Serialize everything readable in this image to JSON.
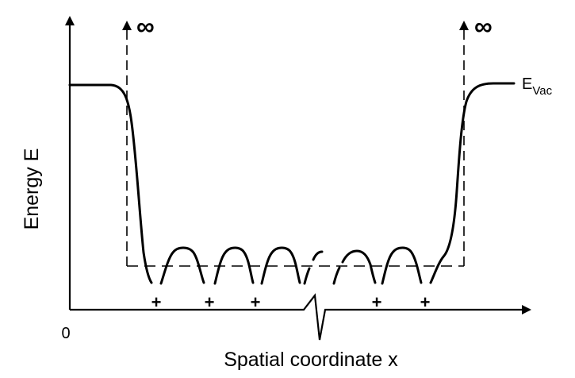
{
  "axes": {
    "origin_label": "0",
    "x_label": "Spatial coordinate x",
    "y_label": "Energy E"
  },
  "barrier": {
    "infinity_left": "∞",
    "infinity_right": "∞"
  },
  "vacuum_level": {
    "base": "E",
    "subscript": "Vac"
  },
  "ions": {
    "symbol": "+",
    "count": 5
  }
}
